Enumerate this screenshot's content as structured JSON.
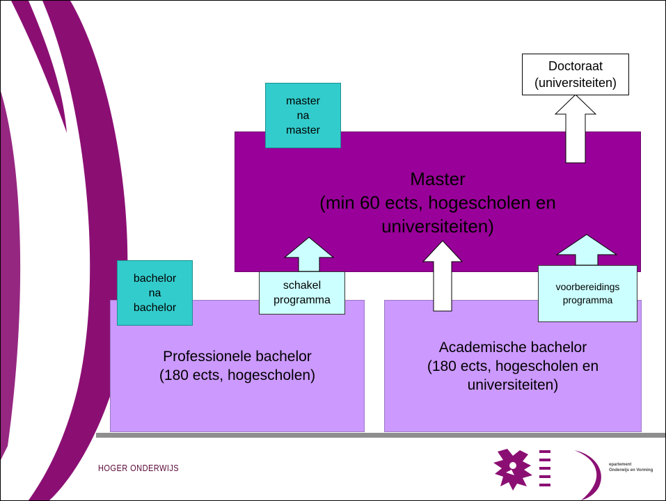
{
  "colors": {
    "master": "#990099",
    "bachelor": "#cc99ff",
    "teal": "#33cccc",
    "light_teal": "#ccffff",
    "swoosh": "#8b0f73",
    "baseline": "#8e8e8e",
    "footer_text": "#5a0a3a"
  },
  "nodes": {
    "doctoraat": "Doctoraat\n(universiteiten)",
    "master_na_master": "master\nna\nmaster",
    "master": "Master\n(min 60 ects, hogescholen en\nuniversiteiten)",
    "bachelor_na_bachelor": "bachelor\nna\nbachelor",
    "schakelprogramma": "schakel\nprogramma",
    "voorbereidingsprogramma": "voorbereidings\nprogramma",
    "professionele_bachelor": "Professionele bachelor\n(180 ects, hogescholen)",
    "academische_bachelor": "Academische bachelor\n(180 ects, hogescholen en\nuniversiteiten)"
  },
  "footer": {
    "label": "HOGER ONDERWIJS",
    "dept_logo_text": "epartement\nOnderwijs en Vorming",
    "lion_logo": "flemish-lion-logo"
  }
}
